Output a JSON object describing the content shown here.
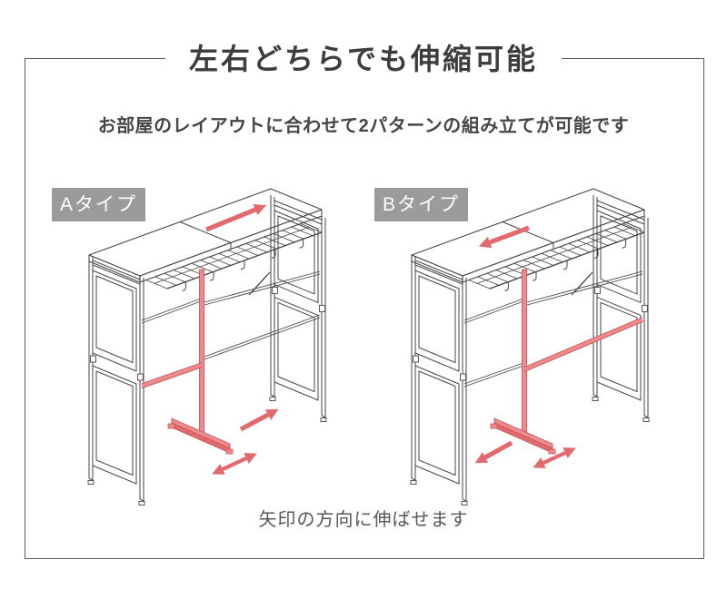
{
  "header": {
    "title": "左右どちらでも伸縮可能",
    "subtitle": "お部屋のレイアウトに合わせて2パターンの組み立てが可能です"
  },
  "diagrams": [
    {
      "label": "Aタイプ",
      "extend_side": "right"
    },
    {
      "label": "Bタイプ",
      "extend_side": "left"
    }
  ],
  "caption": "矢印の方向に伸ばせます",
  "colors": {
    "line": "#4a4442",
    "accent": "#e2696d",
    "accent_light": "#ef8b8d",
    "accent_dark": "#c6585c",
    "label_bg": "#9b9b9b",
    "border": "#5a5a5a",
    "title_text": "#3d3d3d",
    "subtitle_text": "#464646",
    "caption_text": "#575757"
  }
}
